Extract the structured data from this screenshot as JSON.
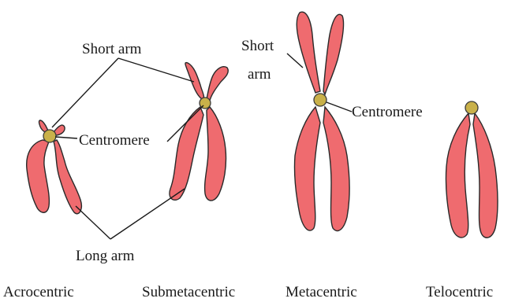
{
  "labels": {
    "short_arm_left": "Short arm",
    "short_arm_right_line1": "Short",
    "short_arm_right_line2": "arm",
    "centromere_left": "Centromere",
    "centromere_right": "Centromere",
    "long_arm": "Long arm"
  },
  "types": {
    "acrocentric": "Acrocentric",
    "submetacentric": "Submetacentric",
    "metacentric": "Metacentric",
    "telocentric": "Telocentric"
  },
  "colors": {
    "chromatid": "#ef6b6f",
    "centromere": "#c9b14a",
    "outline": "#2a2a2a"
  }
}
